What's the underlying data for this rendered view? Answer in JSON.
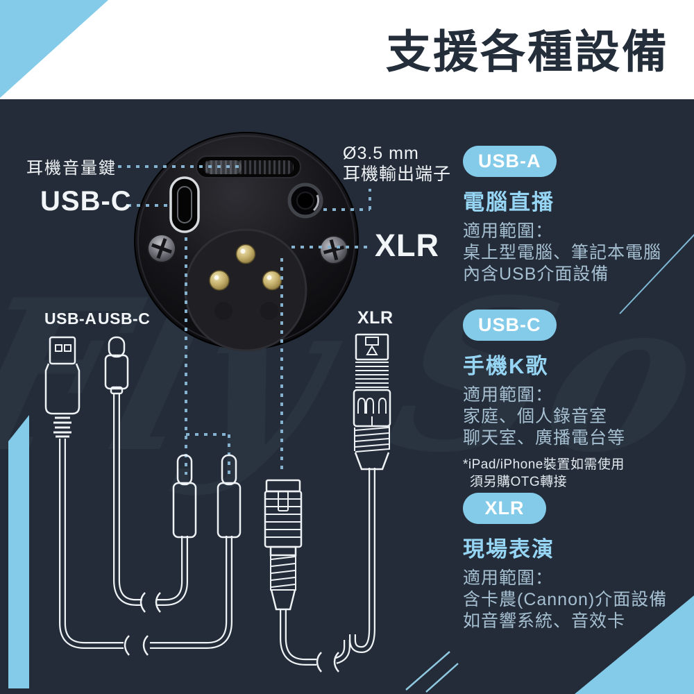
{
  "header": {
    "title": "支援各種設備"
  },
  "watermark": {
    "text": "Fly Sound"
  },
  "photo_labels": {
    "volume_wheel": "耳機音量鍵",
    "usb_c_port": "USB-C",
    "jack_line1": "Ø3.5 mm",
    "jack_line2": "耳機輸出端子",
    "xlr_socket": "XLR"
  },
  "cable_labels": {
    "usb_a": "USB-A",
    "usb_c": "USB-C",
    "xlr": "XLR"
  },
  "sections": [
    {
      "badge": "USB-A",
      "heading": "電腦直播",
      "lines": [
        "適用範圍：",
        "桌上型電腦、筆記本電腦",
        "內含USB介面設備"
      ]
    },
    {
      "badge": "USB-C",
      "heading": "手機K歌",
      "lines": [
        "適用範圍：",
        "家庭、個人錄音室",
        "聊天室、廣播電台等"
      ],
      "footnotes": [
        "*iPad/iPhone裝置如需使用",
        "須另購OTG轉接"
      ]
    },
    {
      "badge": "XLR",
      "heading": "現場表演",
      "lines": [
        "適用範圍：",
        "含卡農(Cannon)介面設備",
        "如音響系統、音效卡"
      ]
    }
  ],
  "colors": {
    "background": "#232C38",
    "accent_blue": "#83CBE9",
    "heading_blue": "#96D5F4",
    "body_text": "#A6C0D2",
    "title_dark": "#242E3A",
    "dotted_line": "#84B2CF",
    "cable_line": "#EEF2F5"
  }
}
